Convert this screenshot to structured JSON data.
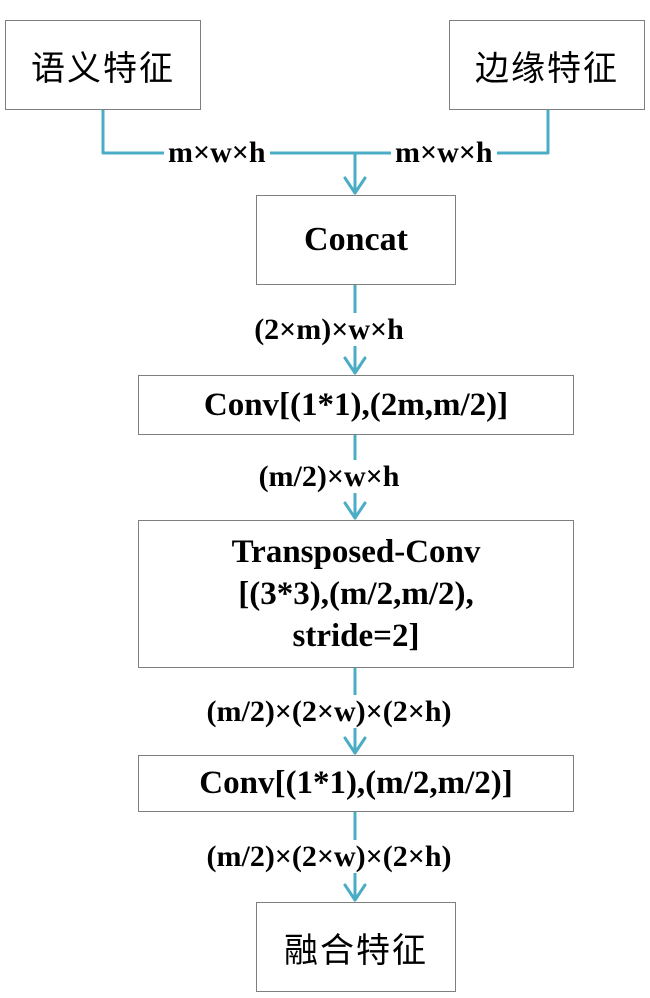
{
  "nodes": {
    "semantic": "语义特征",
    "edge": "边缘特征",
    "concat": "Concat",
    "conv1": "Conv[(1*1),(2m,m/2)]",
    "tconv_line1": "Transposed-Conv",
    "tconv_line2": "[(3*3),(m/2,m/2),",
    "tconv_line3": "stride=2]",
    "conv2": "Conv[(1*1),(m/2,m/2)]",
    "fused": "融合特征"
  },
  "edges": {
    "semantic_to_concat": "m×w×h",
    "edge_to_concat": "m×w×h",
    "concat_to_conv1": "(2×m)×w×h",
    "conv1_to_tconv": "(m/2)×w×h",
    "tconv_to_conv2": "(m/2)×(2×w)×(2×h)",
    "conv2_to_fused": "(m/2)×(2×w)×(2×h)"
  },
  "colors": {
    "arrow": "#4bacc6",
    "border": "#7f7f7f"
  }
}
